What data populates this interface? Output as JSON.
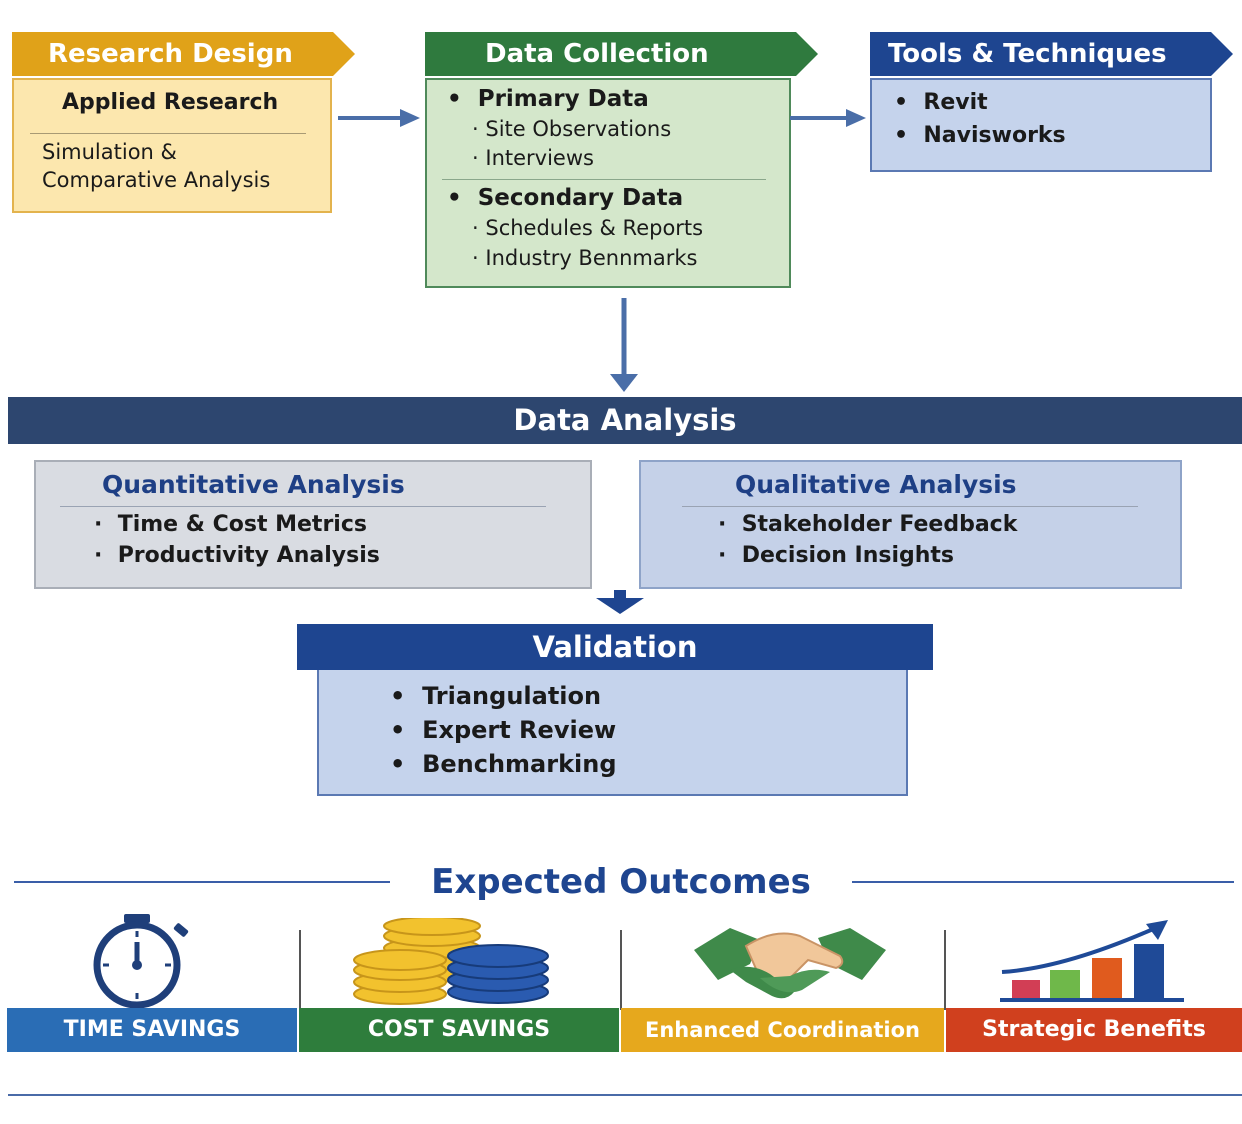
{
  "research_design": {
    "title": "Research Design",
    "heading": "Applied Research",
    "line1": "Simulation &",
    "line2": "Comparative Analysis"
  },
  "data_collection": {
    "title": "Data Collection",
    "primary": "Primary Data",
    "primary_items": [
      "Site Observations",
      "Interviews"
    ],
    "secondary": "Secondary Data",
    "secondary_items": [
      "Schedules & Reports",
      "Industry Bennmarks"
    ]
  },
  "tools": {
    "title": "Tools & Techniques",
    "items": [
      "Revit",
      "Navisworks"
    ]
  },
  "data_analysis": {
    "title": "Data Analysis",
    "quantitative": {
      "title": "Quantitative Analysis",
      "items": [
        "Time & Cost Metrics",
        "Productivity Analysis"
      ]
    },
    "qualitative": {
      "title": "Qualitative Analysis",
      "items": [
        "Stakeholder Feedback",
        "Decision Insights"
      ]
    }
  },
  "validation": {
    "title": "Validation",
    "items": [
      "Triangulation",
      "Expert Review",
      "Benchmarking"
    ]
  },
  "outcomes": {
    "title": "Expected Outcomes",
    "items": [
      {
        "label": "TIME SAVINGS",
        "icon": "stopwatch-icon",
        "color": "#2a6db5"
      },
      {
        "label": "COST SAVINGS",
        "icon": "coins-icon",
        "color": "#2e7d3c"
      },
      {
        "label": "Enhanced Coordination",
        "icon": "handshake-icon",
        "color": "#e6a81d"
      },
      {
        "label": "Strategic Benefits",
        "icon": "growth-chart-icon",
        "color": "#d0401e"
      }
    ]
  },
  "bullet": "•",
  "small_bullet": "·"
}
